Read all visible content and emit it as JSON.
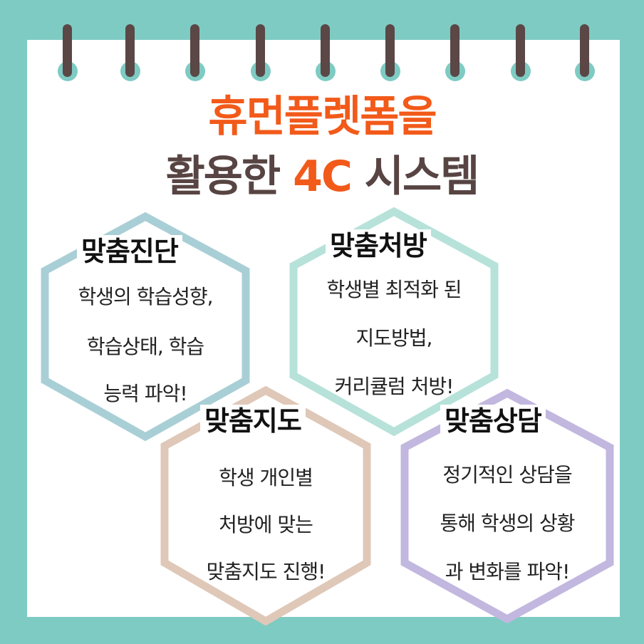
{
  "title": {
    "line1": "휴먼플렛폼을",
    "line2_before": "활용한 ",
    "line2_accent": "4C",
    "line2_after": " 시스템"
  },
  "cards": [
    {
      "title": "맞춤진단",
      "lines": [
        "학생의 학습성향,",
        "학습상태, 학습",
        "능력 파악!"
      ],
      "border_color": "#a9cfd6"
    },
    {
      "title": "맞춤처방",
      "lines": [
        "학생별 최적화 된",
        "지도방법,",
        "커리큘럼 처방!"
      ],
      "border_color": "#b6e2d9"
    },
    {
      "title": "맞춤지도",
      "lines": [
        "학생 개인별",
        "처방에 맞는",
        "맞춤지도 진행!"
      ],
      "border_color": "#dfc8b8"
    },
    {
      "title": "맞춤상담",
      "lines": [
        "정기적인 상담을",
        "통해 학생의 상황",
        "과 변화를 파악!"
      ],
      "border_color": "#c2b7df"
    }
  ],
  "colors": {
    "background": "#7ecbc3",
    "paper": "#ffffff",
    "ring": "#5a4746",
    "accent": "#f25a1a",
    "title_dark": "#574443"
  }
}
